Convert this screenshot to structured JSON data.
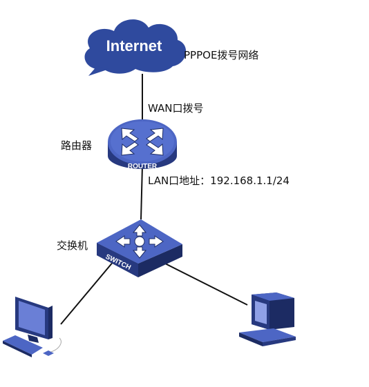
{
  "internet": {
    "label": "Internet",
    "network_label": "PPPOE拨号网络"
  },
  "router": {
    "label": "路由器",
    "badge": "ROUTER",
    "wan_label": "WAN口拨号",
    "lan_label": "LAN口地址：192.168.1.1/24"
  },
  "switch": {
    "label": "交换机",
    "badge": "SWITCH"
  },
  "colors": {
    "cloud": "#2f4a9e",
    "device_top": "#4d66c4",
    "device_side": "#27397f",
    "device_dark": "#1c2b63",
    "pc_screen": "#5b6fc9",
    "line": "#111111"
  }
}
